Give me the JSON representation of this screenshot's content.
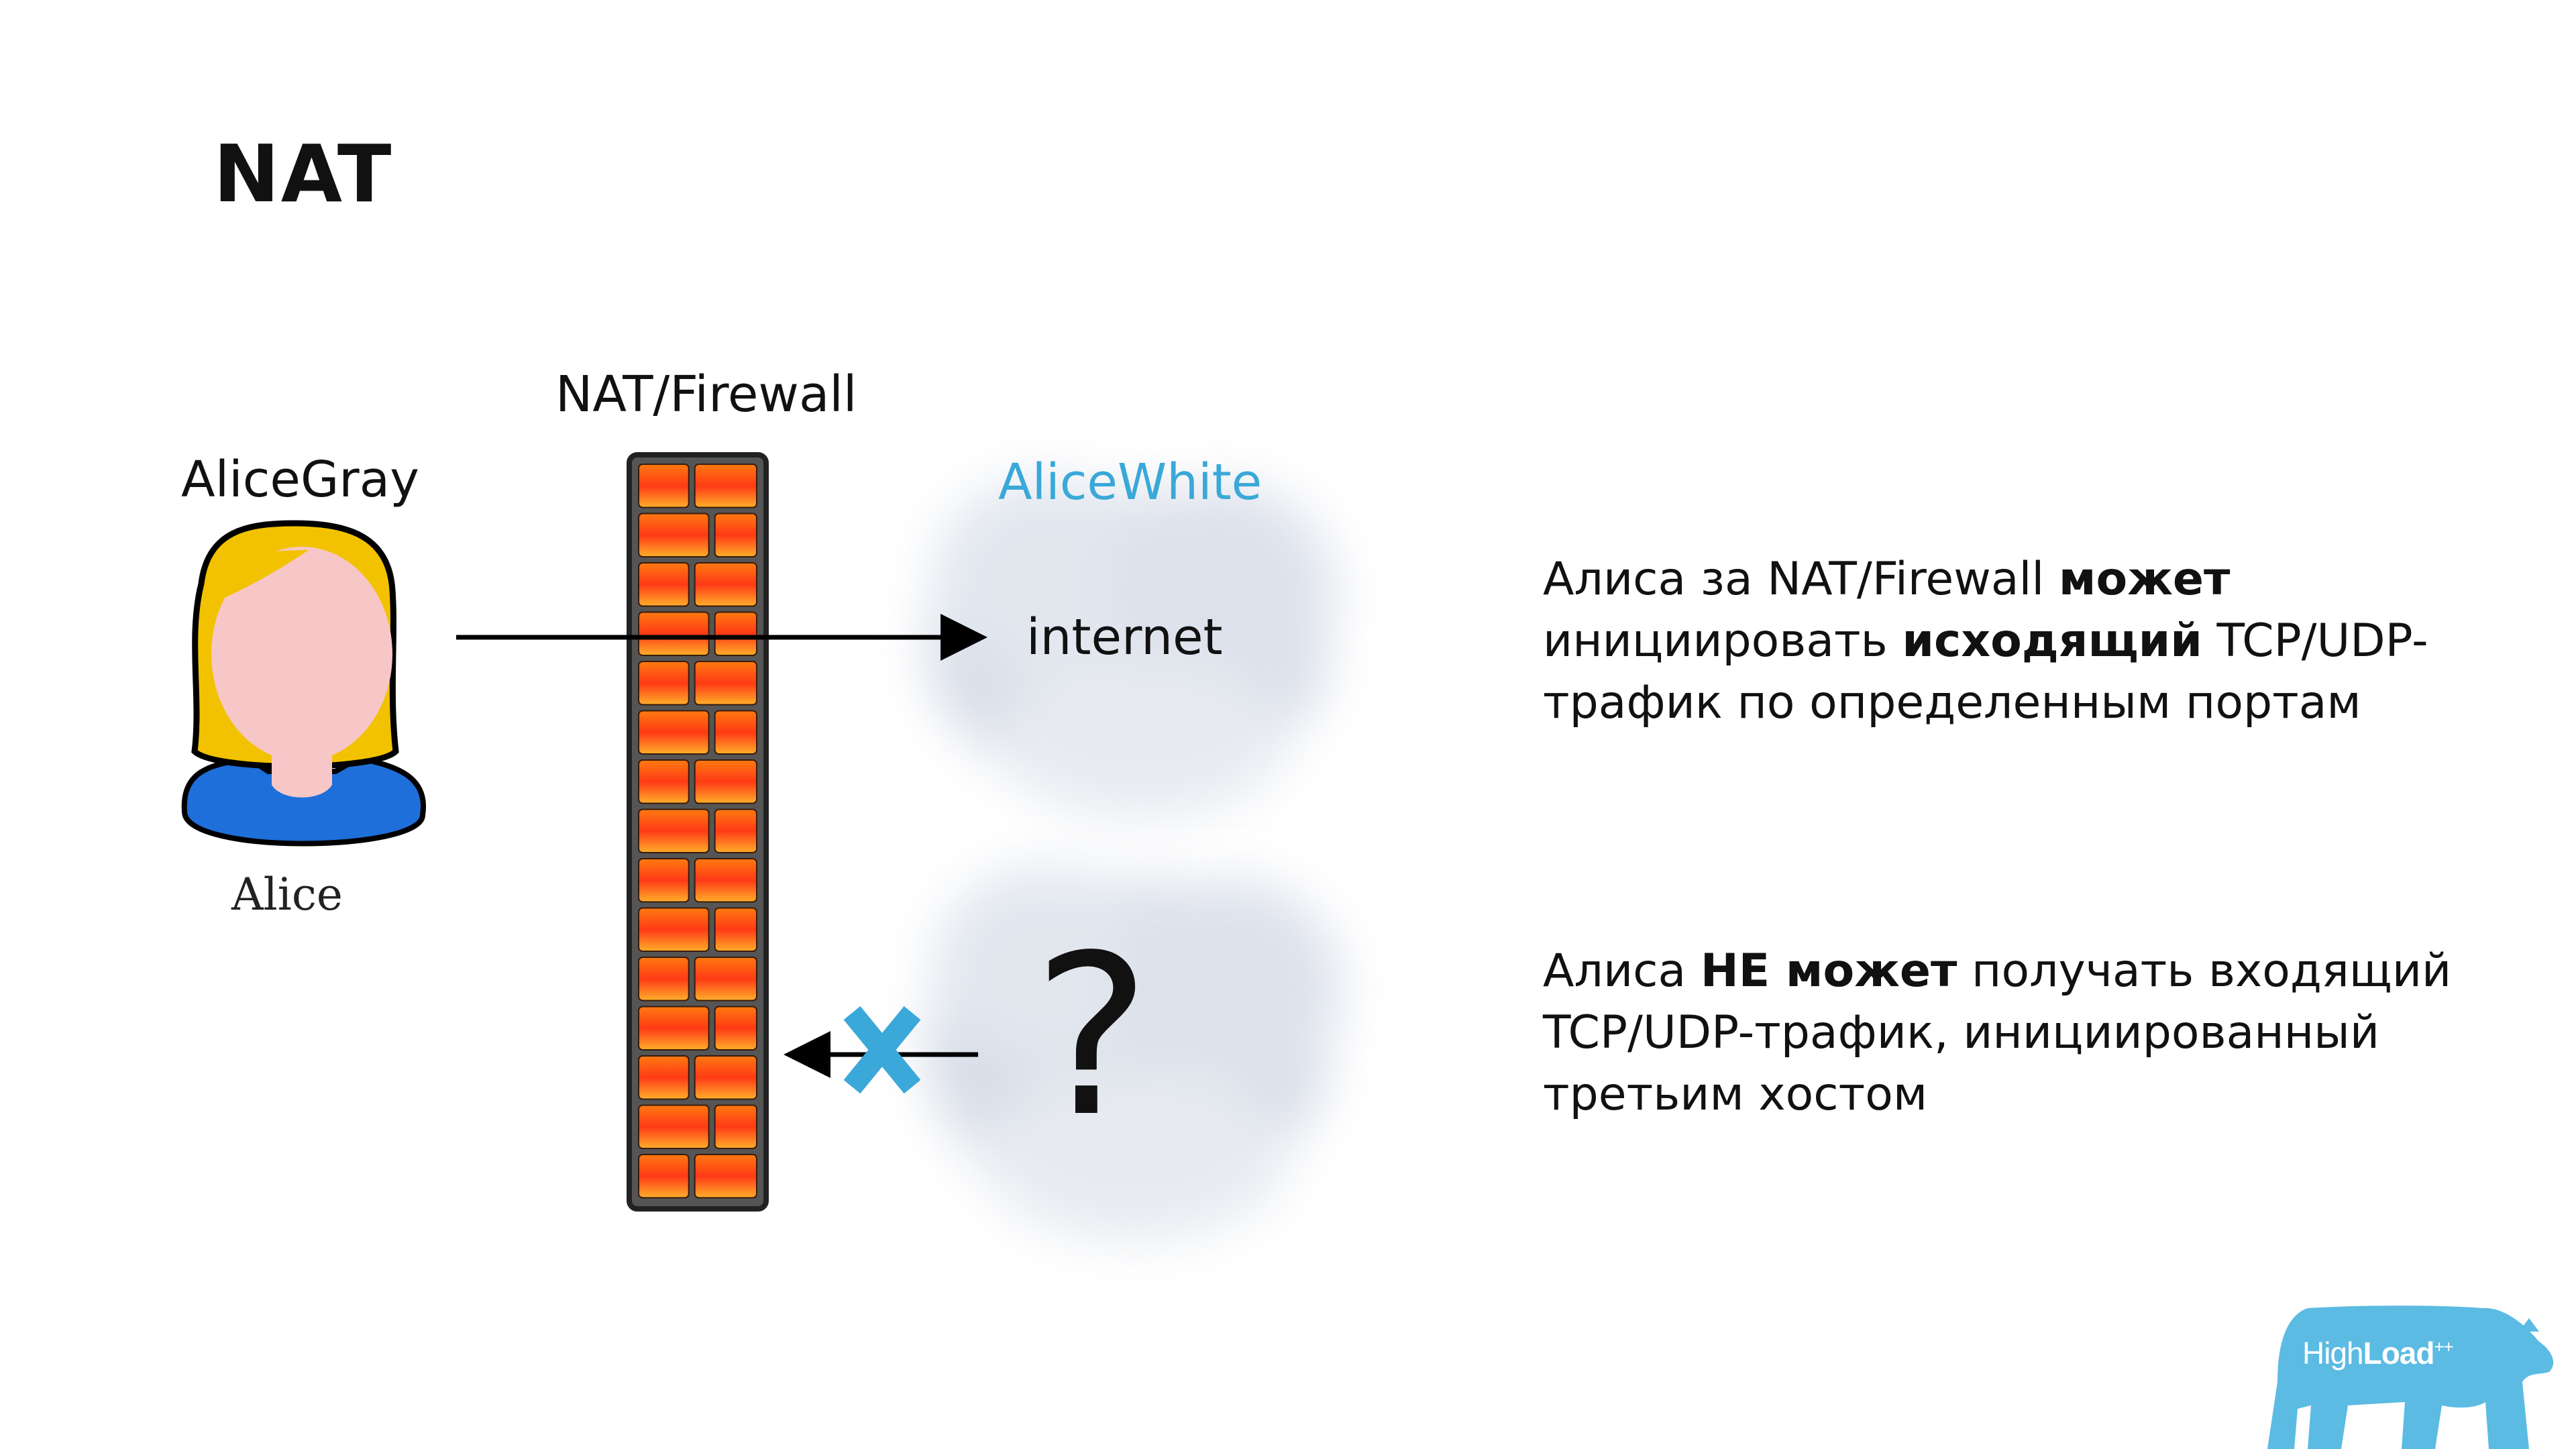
{
  "slide": {
    "title": "NAT",
    "firewall_label": "NAT/Firewall",
    "alice_gray_label": "AliceGray",
    "alice_white_label": "AliceWhite",
    "alice_caption": "Alice",
    "internet_label": "internet",
    "unknown_host_label": "?",
    "para1": {
      "part1": "Алиса за NAT/Firewall ",
      "bold1": "может",
      "part2": " инициировать ",
      "bold2": "исходящий",
      "part3": " TCP/UDP-трафик по определенным портам"
    },
    "para2": {
      "part1": "Алиса ",
      "bold1": "НЕ может",
      "part2": " получать входящий TCP/UDP-трафик, инициированный третьим хостом"
    }
  },
  "brand": {
    "light": "High",
    "bold": "Load",
    "sup": "++"
  },
  "colors": {
    "accent_blue": "#3aa8d8",
    "brand_blue": "#5bbbe3",
    "brick_orange": "#ff5a1a",
    "brick_highlight": "#ffb030",
    "mortar": "#555555",
    "hair": "#f2c200",
    "face": "#f7c6c6",
    "shirt": "#1e6fd9"
  }
}
